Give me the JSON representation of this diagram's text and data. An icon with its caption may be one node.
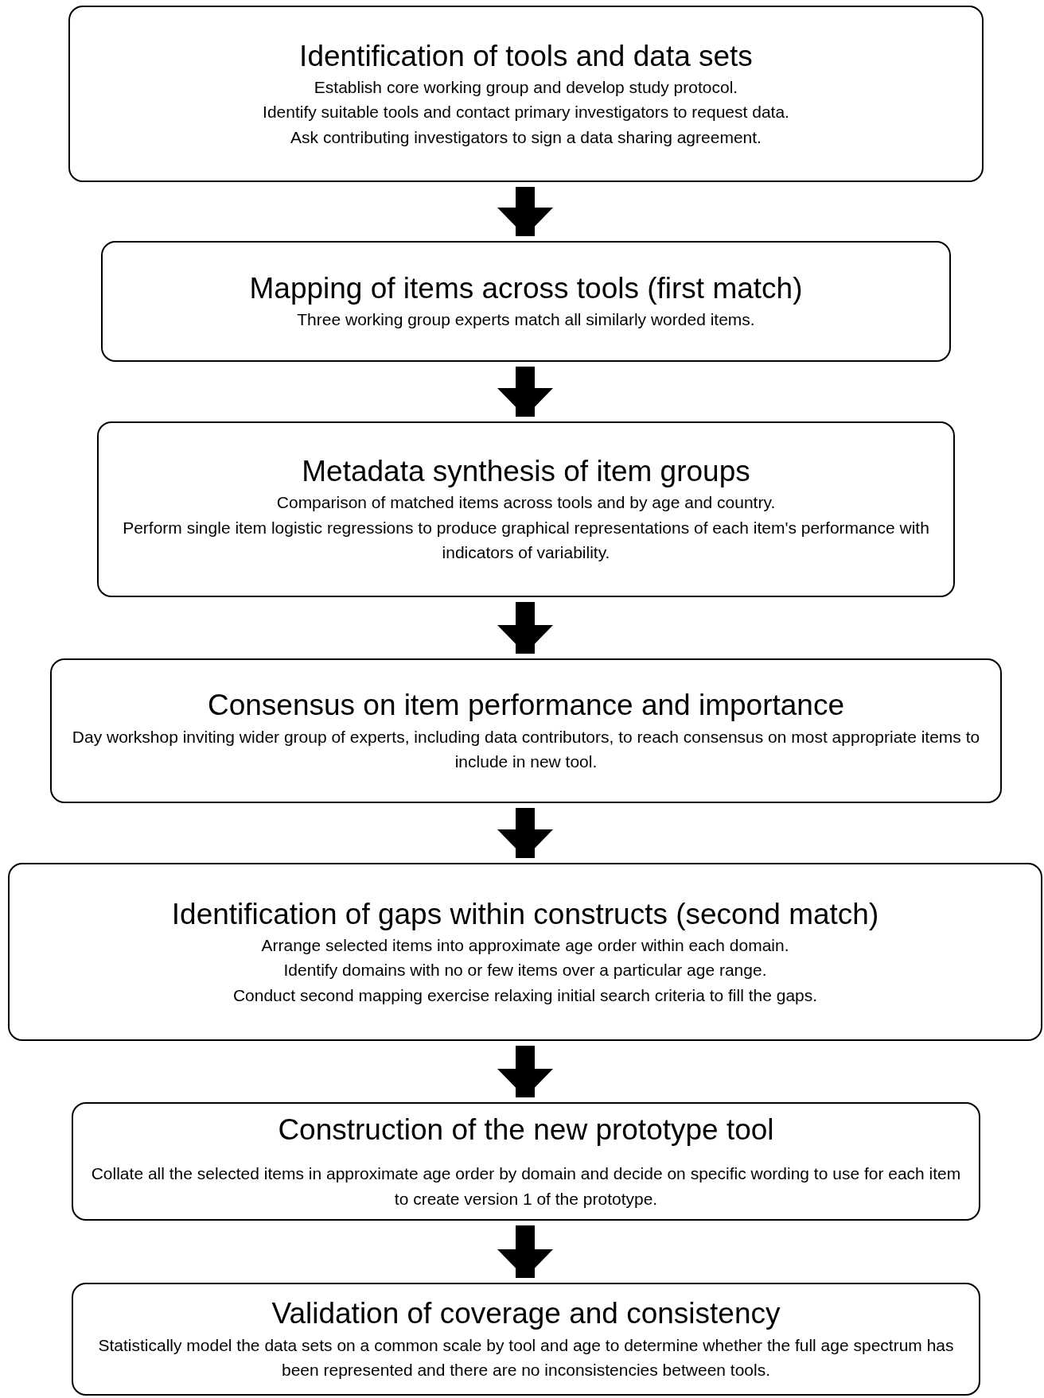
{
  "diagram": {
    "nodes": [
      {
        "text": [
          "Identification of tools and data sets",
          "Establish core working group and develop study protocol.",
          "Identify suitable tools and contact primary investigators to request data.",
          "Ask contributing investigators to sign a data sharing agreement."
        ]
      },
      {
        "text": [
          "Mapping of items across tools (first match)",
          "Three working group experts match all similarly worded items."
        ]
      },
      {
        "text": [
          "Metadata synthesis of item groups",
          "Comparison of matched items across tools and by age and country.",
          "Perform single item logistic regressions to produce graphical representations of each item's performance with indicators of variability."
        ]
      },
      {
        "text": [
          "Consensus on item performance and importance",
          "Day workshop inviting wider group of experts, including data contributors, to reach consensus on most appropriate items to include in new tool."
        ]
      },
      {
        "text": [
          "Identification of gaps within constructs (second match)",
          "Arrange selected items into approximate age order within each domain.",
          "Identify domains with no or few items over a particular age range.",
          "Conduct second mapping exercise relaxing initial search criteria to fill the gaps."
        ]
      },
      {
        "text": [
          "Construction of the new prototype tool",
          "Collate all the selected items in approximate age order by domain and decide on specific wording to use for each item to create version 1 of the prototype."
        ]
      },
      {
        "text": [
          "Validation of coverage and consistency",
          "Statistically model the data sets on a common scale by tool and age to determine whether the full age spectrum has been represented and there are no inconsistencies between tools."
        ]
      }
    ],
    "edges": [
      {
        "from": 0,
        "to": 1,
        "arrow": "to"
      },
      {
        "from": 1,
        "to": 2,
        "arrow": "to"
      },
      {
        "from": 2,
        "to": 3,
        "arrow": "to"
      },
      {
        "from": 3,
        "to": 4,
        "arrow": "to"
      },
      {
        "from": 4,
        "to": 5,
        "arrow": "to"
      },
      {
        "from": 5,
        "to": 6,
        "arrow": "to"
      }
    ]
  }
}
